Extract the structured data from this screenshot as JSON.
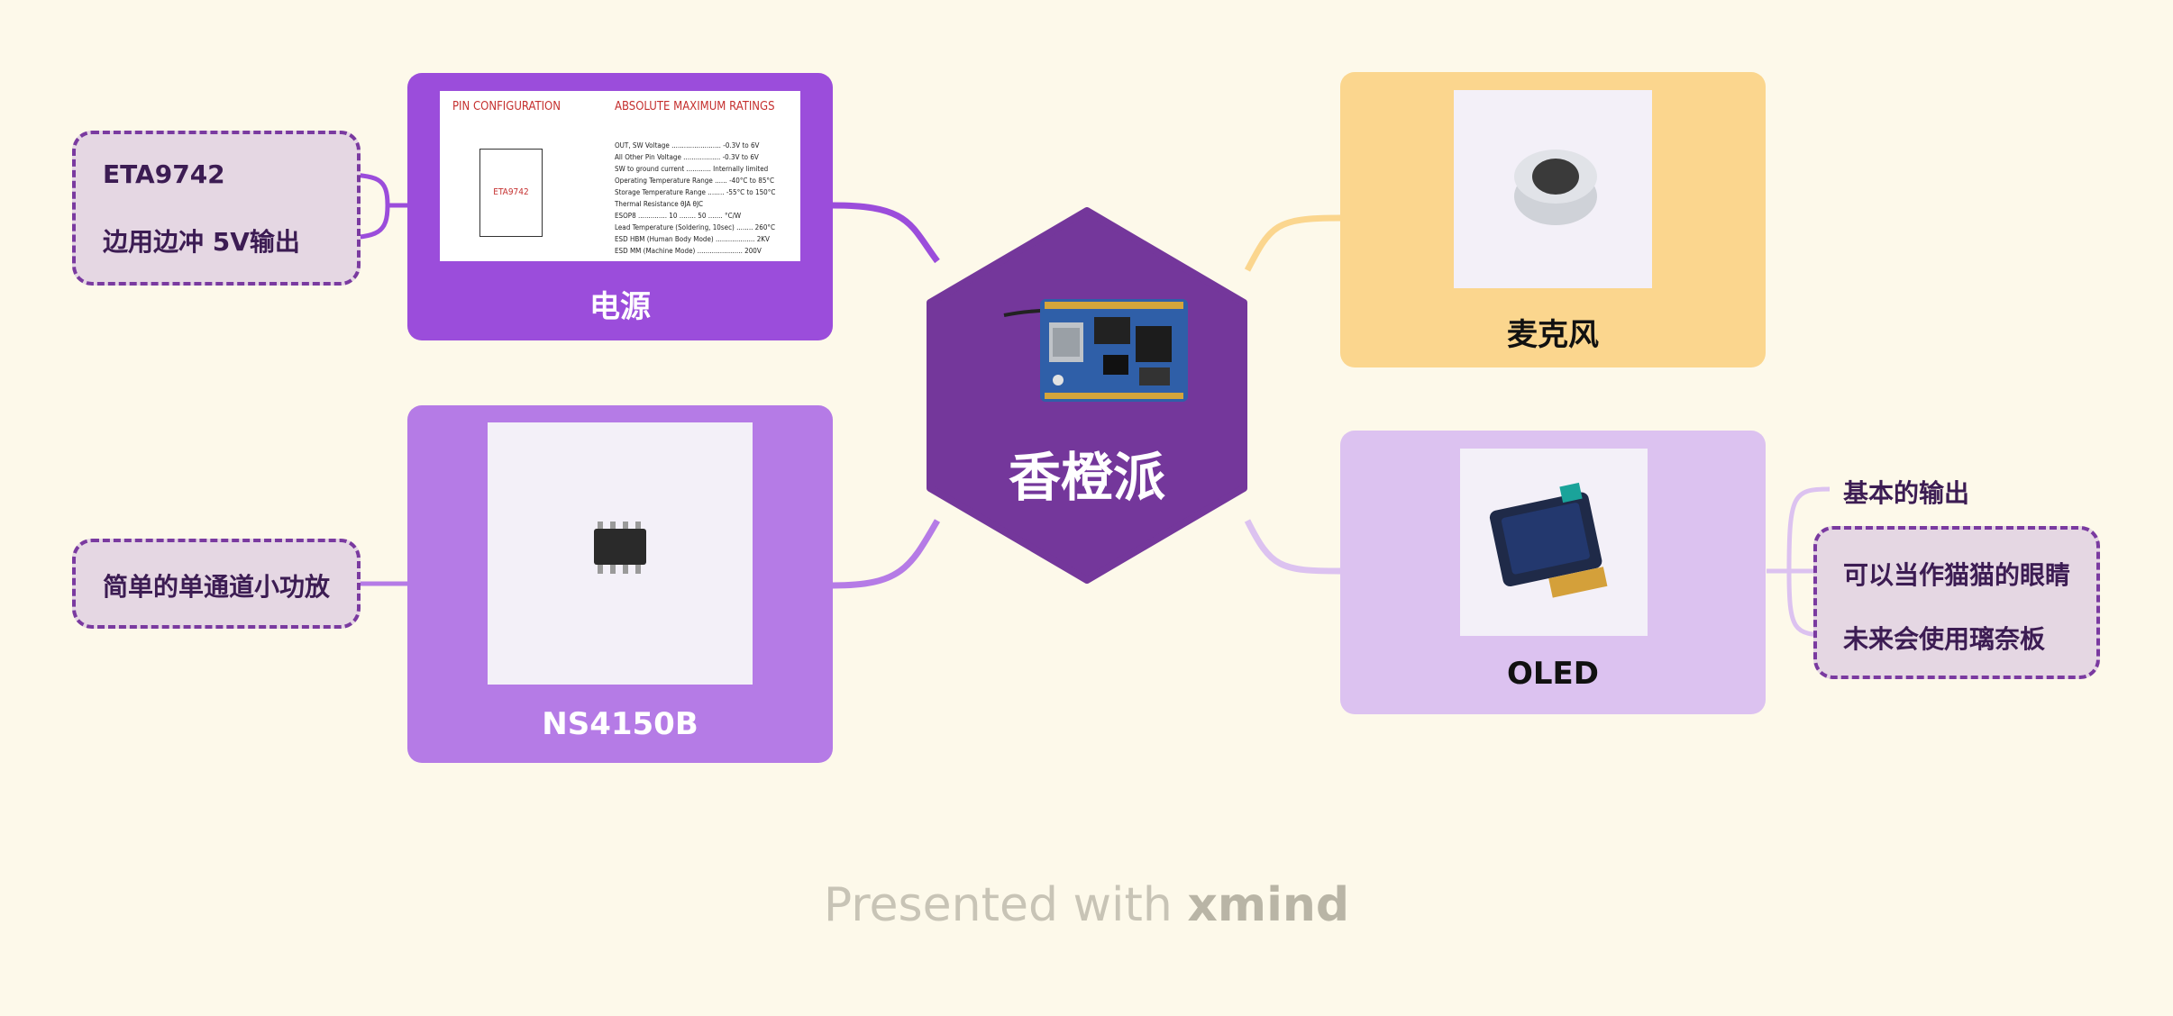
{
  "center": {
    "label": "香橙派",
    "image": "orange-pi-board"
  },
  "colors": {
    "center": "#74379b",
    "power": "#9b4ddb",
    "amp": "#b57be6",
    "mic": "#fbd68e",
    "oled": "#dcc2f0",
    "dashed_border": "#7a3aa0",
    "dashed_fill": "#e5d7e3"
  },
  "nodes": {
    "power": {
      "title": "电源",
      "image": "eta9742-datasheet"
    },
    "amp": {
      "title": "NS4150B",
      "image": "ns4150b-chip-photo"
    },
    "mic": {
      "title": "麦克风",
      "image": "microphone-photo"
    },
    "oled": {
      "title": "OLED",
      "image": "oled-module-photo"
    }
  },
  "leaves": {
    "power": [
      "ETA9742",
      "边用边冲 5V输出"
    ],
    "amp": [
      "简单的单通道小功放"
    ],
    "oled": [
      "基本的输出",
      "可以当作猫猫的眼睛",
      "未来会使用璃奈板"
    ]
  },
  "datasheet": {
    "pin_heading": "PIN CONFIGURATION",
    "ratings_heading": "ABSOLUTE MAXIMUM RATINGS",
    "chip_label": "ETA9742",
    "lines": [
      "OUT, SW Voltage ........................ -0.3V to 6V",
      "All Other Pin Voltage .................. -0.3V to 6V",
      "SW to ground current ............ Internally limited",
      "Operating Temperature Range ...... -40°C to 85°C",
      "Storage Temperature Range ........ -55°C to 150°C",
      "Thermal Resistance        θJA      θJC",
      "ESOP8 .............. 10 ........ 50 ....... °C/W",
      "Lead Temperature (Soldering, 10sec) ........ 260°C",
      "ESD HBM (Human Body Mode) ................... 2KV",
      "ESD MM (Machine Mode) ...................... 200V"
    ]
  },
  "footer": {
    "prefix": "Presented with",
    "brand": "xmind"
  }
}
